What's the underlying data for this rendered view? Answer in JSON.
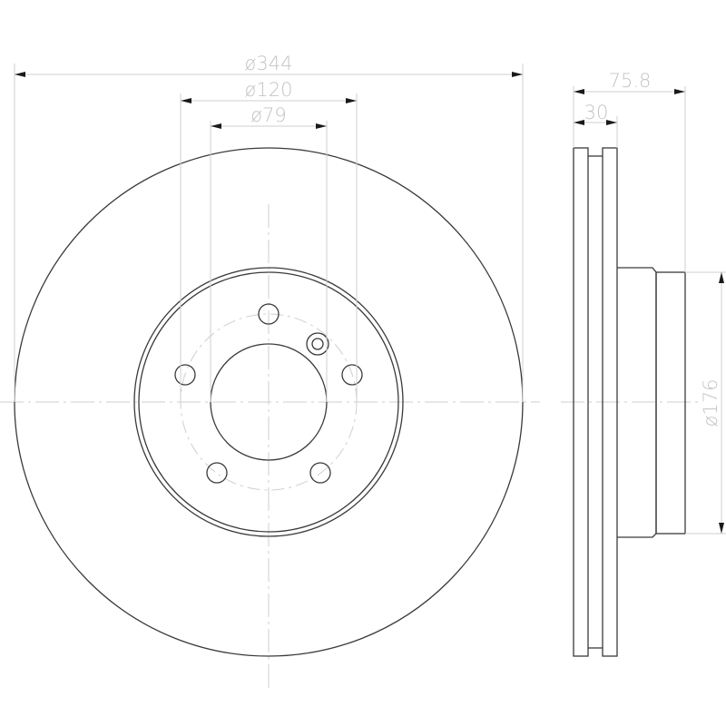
{
  "drawing": {
    "title": "Brake disc dimension drawing",
    "units": "mm",
    "front_view": {
      "outer_diameter_label": "ø344",
      "bolt_circle_label": "ø120",
      "center_bore_label": "ø79",
      "bolt_hole_count": 5,
      "locating_hole_count": 1
    },
    "side_view": {
      "overall_height_label": "75.8",
      "thickness_label": "30",
      "hat_diameter_label": "ø176"
    },
    "colors": {
      "outline": "#3a3a3a",
      "dimension": "#c4c4c4",
      "arrow": "#1a1a1a"
    }
  }
}
